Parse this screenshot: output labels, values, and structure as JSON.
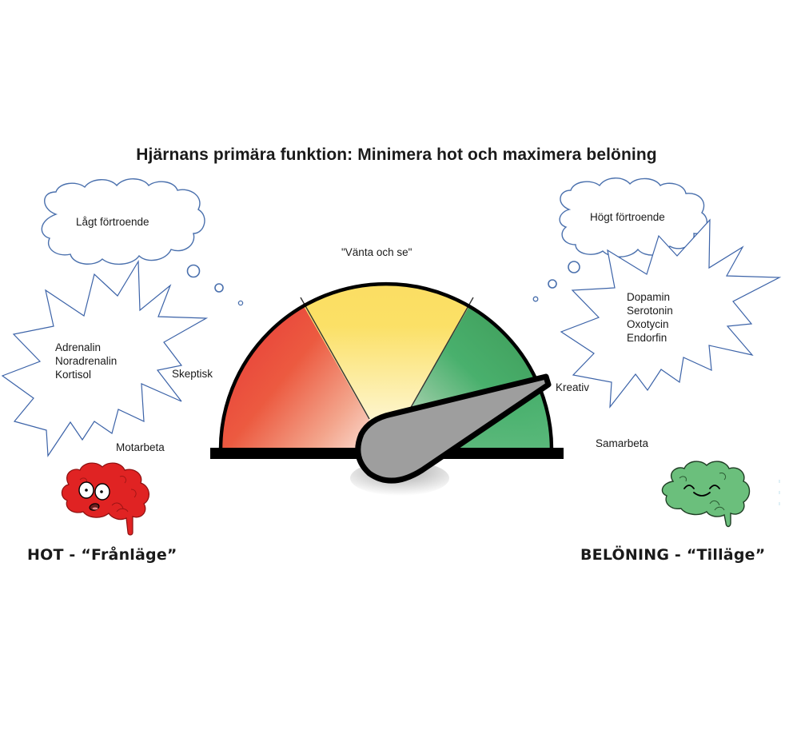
{
  "title": "Hjärnans primära funktion: Minimera hot och maximera belöning",
  "colors": {
    "threat_red": "#e8413a",
    "neutral_yellow": "#fbde63",
    "reward_green": "#4aa865",
    "outline_blue": "#3c63a8",
    "needle_gray": "#9e9e9e",
    "brain_red": "#e02323",
    "brain_green": "#6bbf7c"
  },
  "gauge": {
    "center_label": "\"Vänta och se\"",
    "zones": [
      {
        "name": "threat",
        "color": "red"
      },
      {
        "name": "neutral",
        "color": "yellow"
      },
      {
        "name": "reward",
        "color": "green"
      }
    ],
    "needle_value_fraction": 0.86,
    "left_labels": {
      "upper": "Skeptisk",
      "lower": "Motarbeta"
    },
    "right_labels": {
      "upper": "Kreativ",
      "lower": "Samarbeta"
    }
  },
  "threat_side": {
    "thought_cloud": "Lågt förtroende",
    "hormones": [
      "Adrenalin",
      "Noradrenalin",
      "Kortisol"
    ],
    "brain_mood": "scared",
    "caption": "HOT - “Frånläge”"
  },
  "reward_side": {
    "thought_cloud": "Högt förtroende",
    "hormones": [
      "Dopamin",
      "Serotonin",
      "Oxotycin",
      "Endorfin"
    ],
    "brain_mood": "happy",
    "caption": "BELÖNING - “Tilläge”"
  }
}
